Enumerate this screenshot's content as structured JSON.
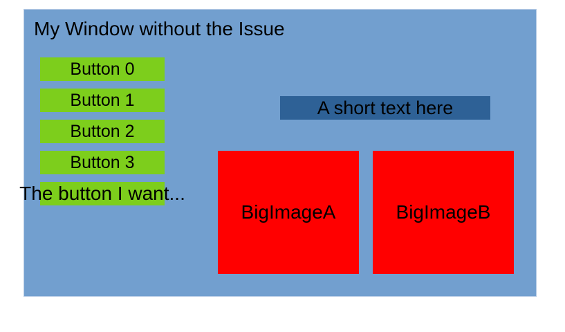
{
  "window": {
    "title": "My Window without the Issue",
    "buttons": [
      {
        "label": "Button 0"
      },
      {
        "label": "Button 1"
      },
      {
        "label": "Button 2"
      },
      {
        "label": "Button 3"
      }
    ],
    "overflow_button": {
      "label": "The button I want..."
    },
    "short_text_bar": {
      "label": "A short text here"
    },
    "images": [
      {
        "label": "BigImageA"
      },
      {
        "label": "BigImageB"
      }
    ],
    "colors": {
      "window_background": "#729FCF",
      "button_green": "#7DCE1C",
      "bar_blue": "#2E6196",
      "image_red": "#FF0000",
      "text": "#000000",
      "page_background": "#FFFFFF"
    }
  }
}
